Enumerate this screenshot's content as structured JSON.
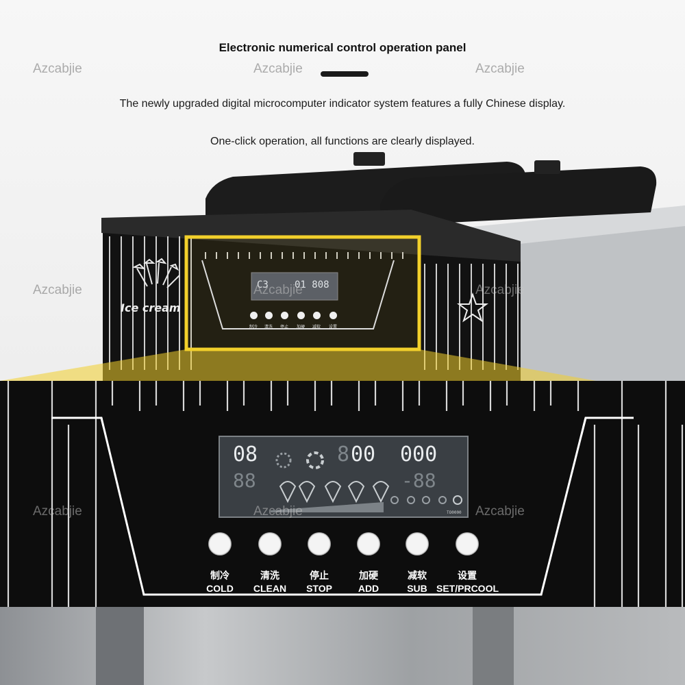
{
  "header": {
    "title": "Electronic numerical control operation panel",
    "line1": "The newly upgraded digital microcomputer indicator system features a fully Chinese display.",
    "line2": "One-click operation, all functions are clearly displayed."
  },
  "watermark": "Azcabjie",
  "machine": {
    "brand_text": "Ice cream"
  },
  "display": {
    "top_left": "08",
    "top_mid": "00",
    "top_right": "000",
    "bottom_left": "88",
    "bottom_right": "-88",
    "corner_code": "TO0000"
  },
  "buttons": [
    {
      "cn": "制冷",
      "en": "COLD"
    },
    {
      "cn": "清洗",
      "en": "CLEAN"
    },
    {
      "cn": "停止",
      "en": "STOP"
    },
    {
      "cn": "加硬",
      "en": "ADD"
    },
    {
      "cn": "减软",
      "en": "SUB"
    },
    {
      "cn": "设置",
      "en": "SET/PRCOOL"
    }
  ],
  "colors": {
    "panel": "#111111",
    "highlight": "#f2d02b",
    "accent_frame": "#ffffff"
  }
}
